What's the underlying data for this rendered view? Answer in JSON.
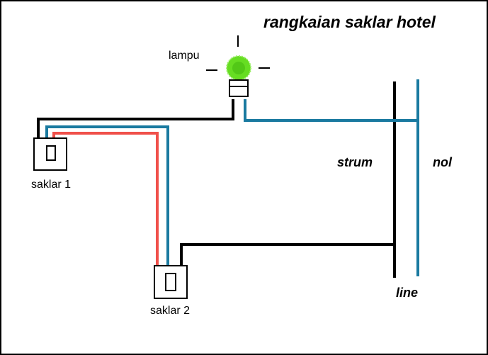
{
  "title": "rangkaian saklar hotel",
  "labels": {
    "lamp": "lampu",
    "switch1": "saklar 1",
    "switch2": "saklar 2",
    "strum": "strum",
    "nol": "nol",
    "line": "line"
  },
  "colors": {
    "background": "#ffffff",
    "wire_black": "#000000",
    "wire_blue": "#1a7aa0",
    "wire_red": "#f0504a",
    "lamp_glow": "#66dd22",
    "lamp_core": "#44bb11"
  },
  "icons": {
    "lamp": "light-bulb-icon",
    "switch": "wall-switch-icon"
  }
}
